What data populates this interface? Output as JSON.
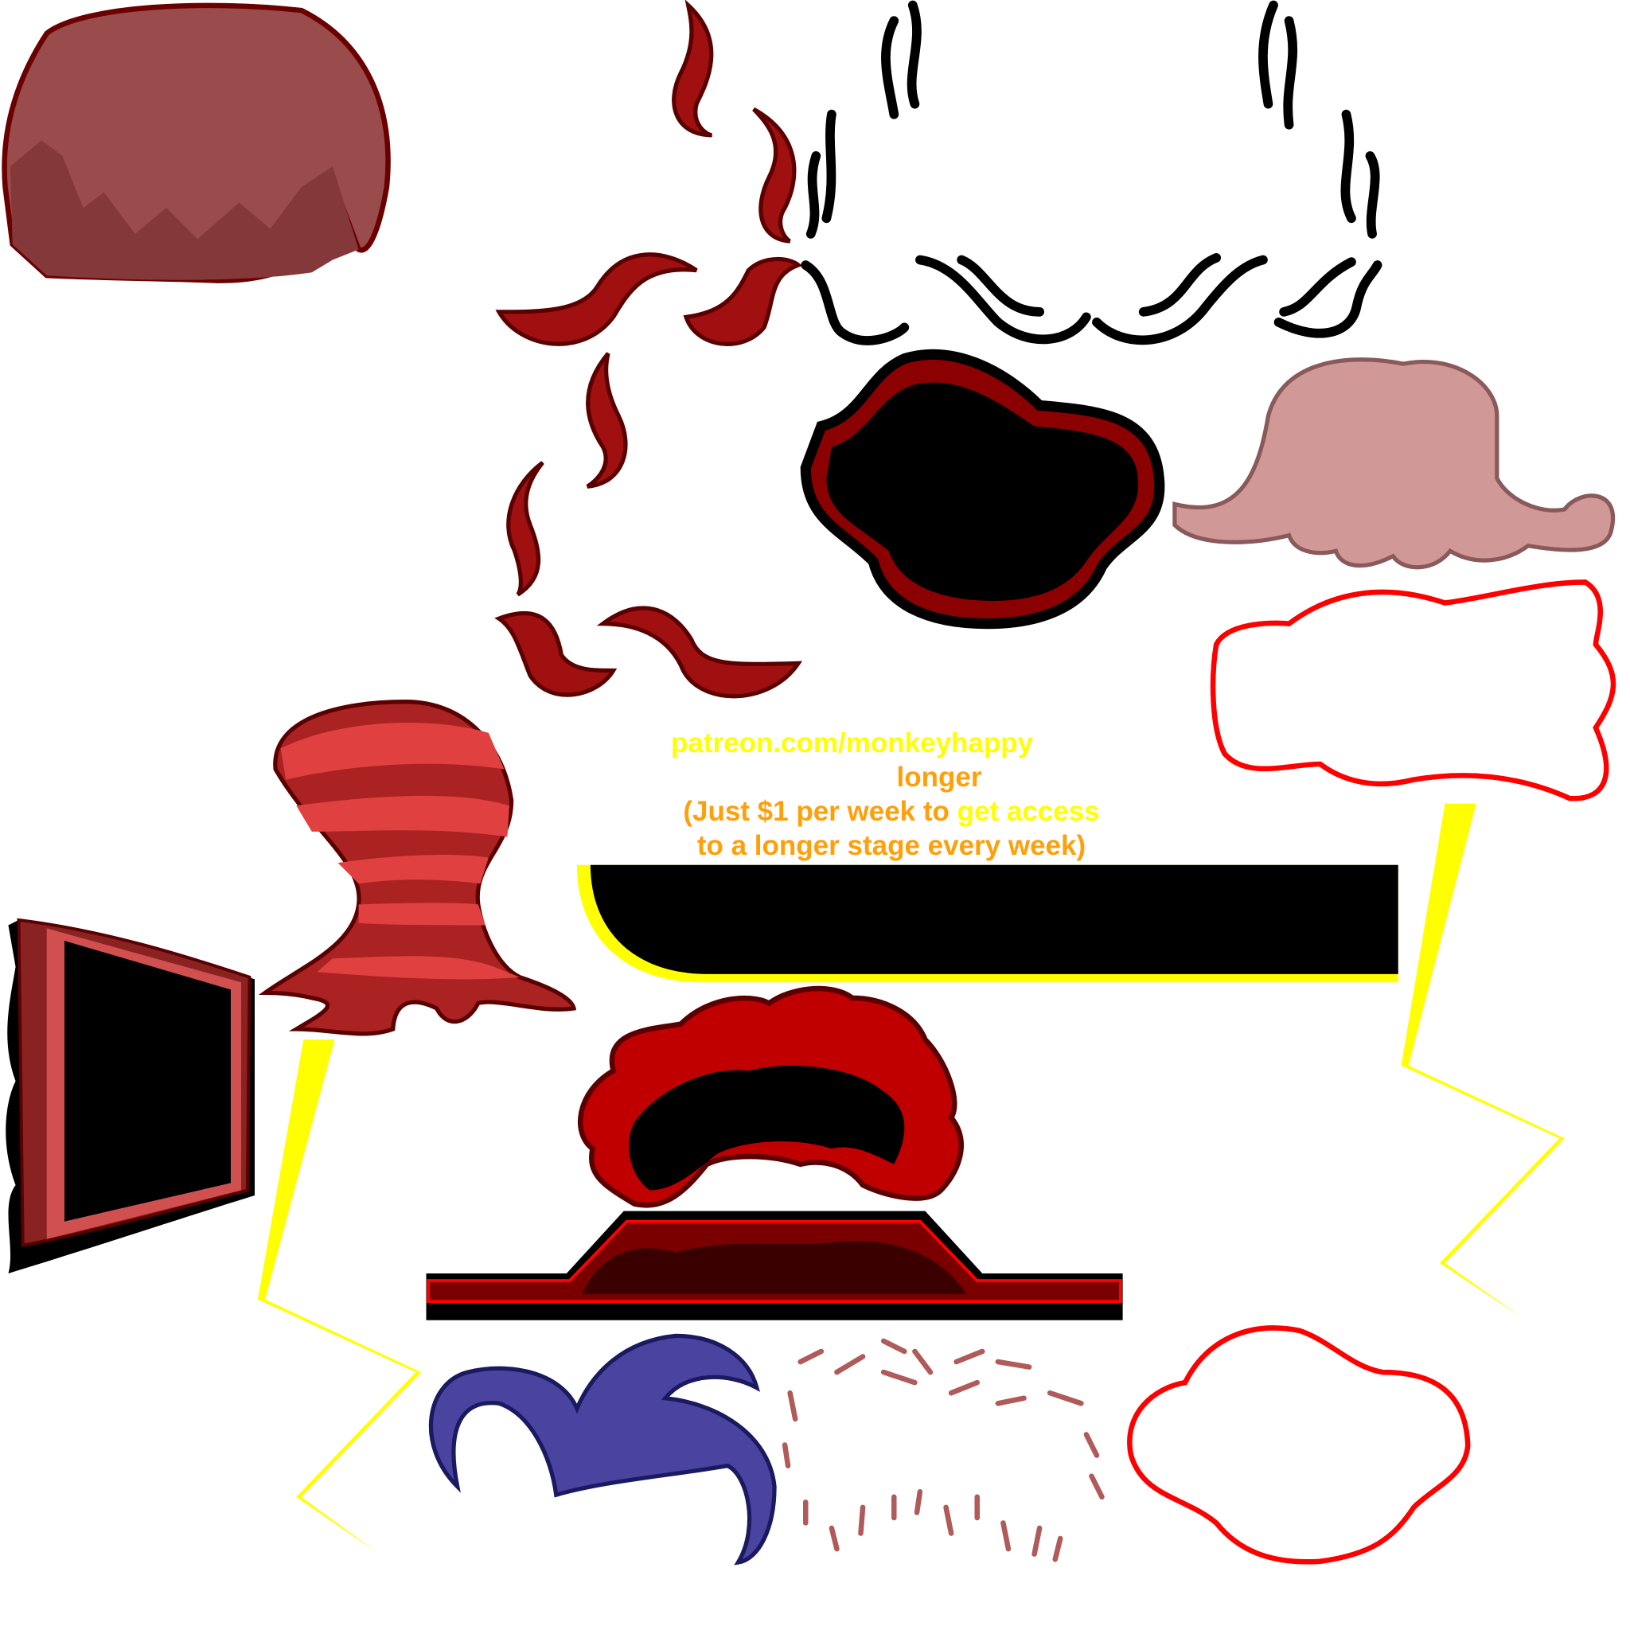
{
  "promo": {
    "url": "patreon.com/monkeyhappy",
    "word": "longer",
    "line3_a": "(Just $1 per week to ",
    "line3_b": "get access",
    "line4": "to a longer stage every week)"
  },
  "colors": {
    "brown_hair": "#9a4b4b",
    "dark_red": "#6b0000",
    "red": "#c00000",
    "pink_hair": "#d09896",
    "yellow": "#ffff00",
    "orange": "#ff9f0a",
    "blue_hat": "#4a44a0"
  }
}
